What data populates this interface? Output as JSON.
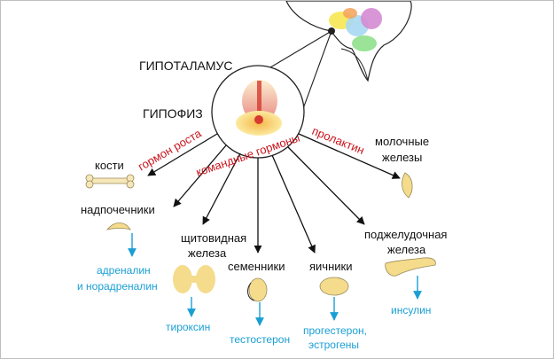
{
  "labels": {
    "hypothalamus": "ГИПОТАЛАМУС",
    "pituitary": "ГИПОФИЗ",
    "bones": "кости",
    "adrenal": "надпочечники",
    "thyroid_1": "щитовидная",
    "thyroid_2": "железа",
    "testes": "семенники",
    "ovaries": "яичники",
    "pancreas_1": "поджелудочная",
    "pancreas_2": "железа",
    "mammary_1": "молочные",
    "mammary_2": "железы"
  },
  "hormones_red": {
    "growth": "гормон роста",
    "command": "командные гормоны",
    "prolactin": "пролактин"
  },
  "hormones_blue": {
    "adrenaline_1": "адреналин",
    "adrenaline_2": "и норадреналин",
    "thyroxine": "тироксин",
    "testosterone": "тестостерон",
    "progesterone_1": "прогестерон,",
    "progesterone_2": "эстрогены",
    "insulin": "инсулин"
  },
  "colors": {
    "red_text": "#c8141c",
    "blue_text": "#1a9fd4",
    "gland_fill": "#f4dc8c"
  }
}
